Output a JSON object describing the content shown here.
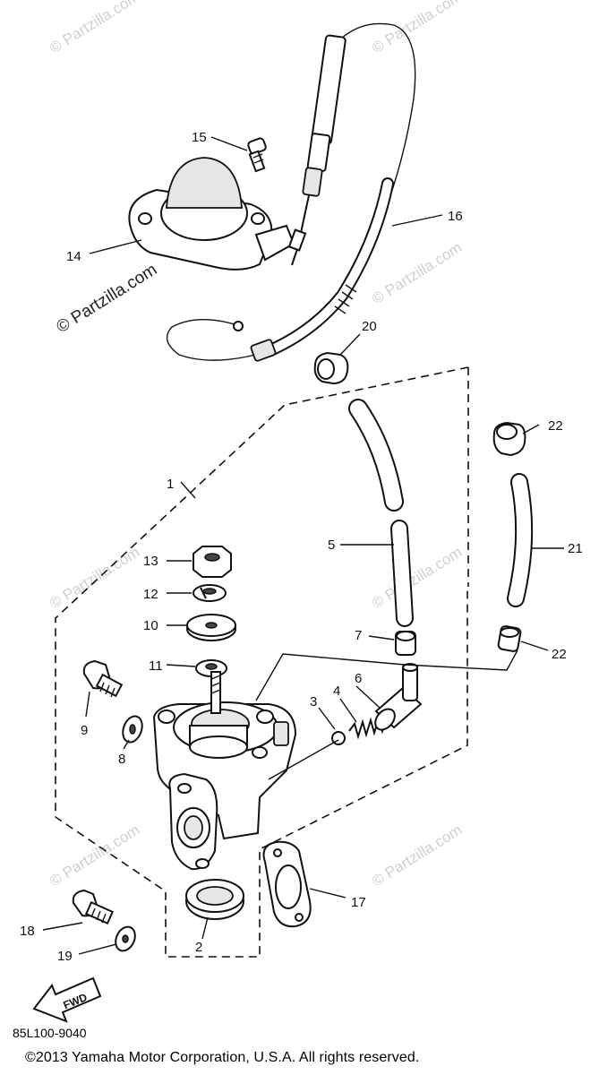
{
  "diagram": {
    "callouts": {
      "c1": "1",
      "c2": "2",
      "c3": "3",
      "c4": "4",
      "c5": "5",
      "c6": "6",
      "c7": "7",
      "c8": "8",
      "c9": "9",
      "c10": "10",
      "c11": "11",
      "c12": "12",
      "c13": "13",
      "c14": "14",
      "c15": "15",
      "c16": "16",
      "c17": "17",
      "c18": "18",
      "c19": "19",
      "c20": "20",
      "c21": "21",
      "c22a": "22",
      "c22b": "22"
    },
    "fwd_label": "FWD",
    "watermark": "© Partzilla.com",
    "watermark_strong": "© Partzilla.com"
  },
  "footer": {
    "part_code": "85L100-9040",
    "copyright": "©2013 Yamaha Motor Corporation, U.S.A. All rights reserved."
  }
}
